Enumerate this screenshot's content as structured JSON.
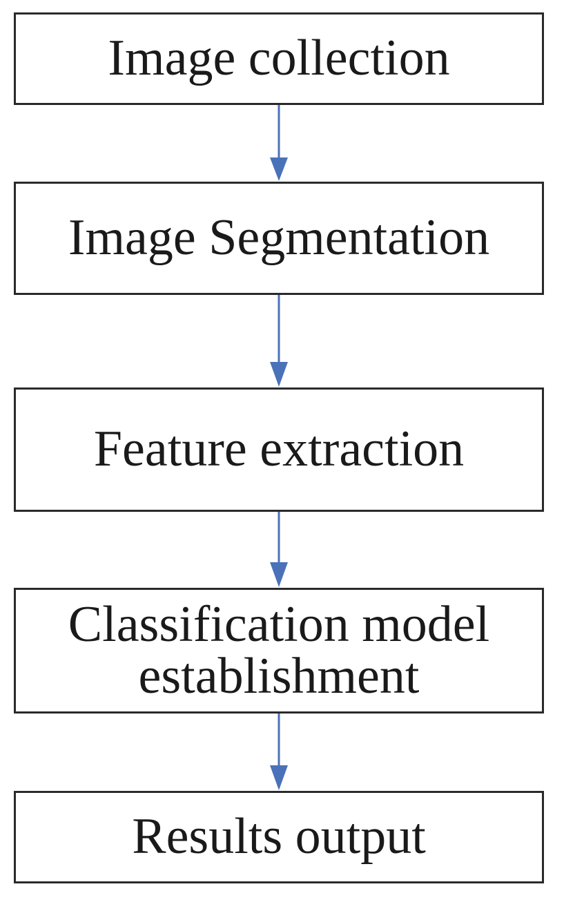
{
  "flowchart": {
    "steps": [
      {
        "label": "Image collection"
      },
      {
        "label": "Image Segmentation"
      },
      {
        "label": "Feature extraction"
      },
      {
        "label": "Classification model\nestablishment"
      },
      {
        "label": "Results output"
      }
    ],
    "arrow_color": "#4a72b8",
    "border_color": "#2a2a2a"
  }
}
